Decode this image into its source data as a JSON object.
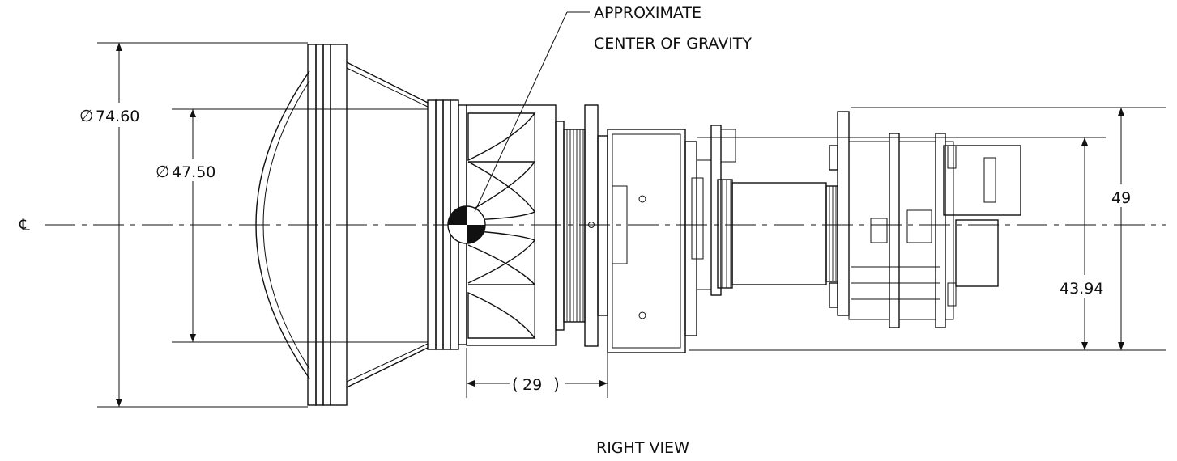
{
  "note": {
    "line1": "APPROXIMATE",
    "line2": "CENTER OF GRAVITY"
  },
  "dimensions": {
    "outer_diameter": "74.60",
    "inner_diameter": "47.50",
    "overall_height": "49",
    "body_height": "43.94",
    "cg_offset": "29"
  },
  "symbols": {
    "diameter": "∅",
    "centerline": "℄"
  },
  "view_label": "RIGHT VIEW"
}
